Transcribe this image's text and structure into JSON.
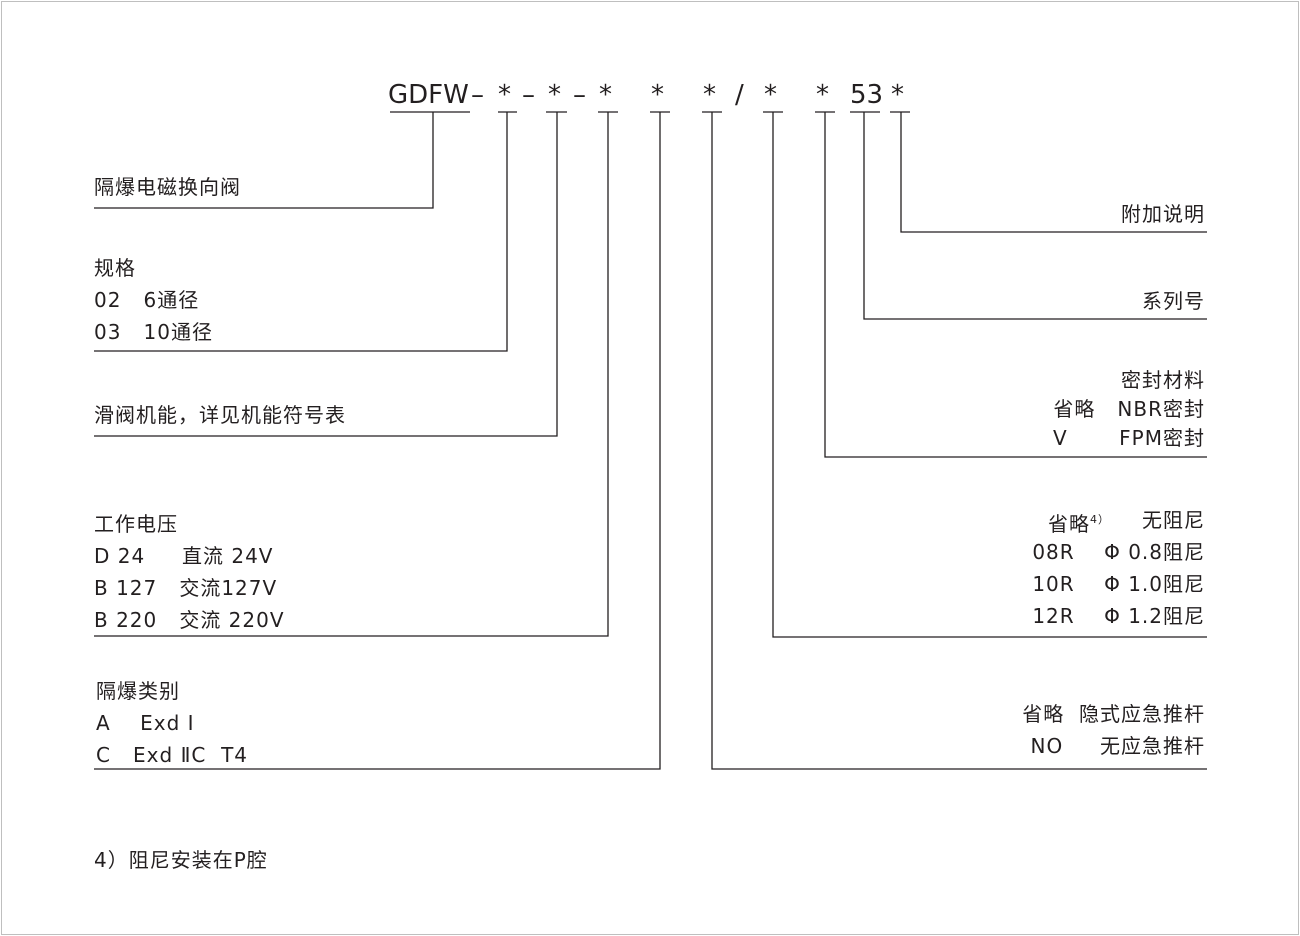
{
  "model_code": {
    "prefix": "GDFW",
    "tokens": [
      "–",
      "*",
      "–",
      "*",
      "–",
      "*",
      "*",
      "*",
      "/",
      "*",
      "*",
      "53",
      "*"
    ]
  },
  "left_groups": {
    "type": {
      "lines": [
        "隔爆电磁换向阀"
      ]
    },
    "spec": {
      "title": "规格",
      "lines": [
        "02   6通径",
        "03   10通径"
      ]
    },
    "function": {
      "lines": [
        "滑阀机能，详见机能符号表"
      ]
    },
    "voltage": {
      "title": "工作电压",
      "lines": [
        "D 24     直流 24V",
        "B 127   交流127V",
        "B 220   交流 220V"
      ]
    },
    "explosion": {
      "title": "隔爆类别",
      "lines": [
        "A    Exd Ⅰ",
        "C   Exd ⅡC  T4"
      ]
    }
  },
  "right_groups": {
    "additional": {
      "lines": [
        "附加说明"
      ]
    },
    "series": {
      "lines": [
        "系列号"
      ]
    },
    "seal": {
      "title": "密封材料",
      "lines": [
        "省略   NBR密封",
        "V       FPM密封"
      ]
    },
    "damping": {
      "first_left": "省略",
      "first_sup": "4）",
      "first_right": "无阻尼",
      "lines": [
        "08R    Φ 0.8阻尼",
        "10R    Φ 1.0阻尼",
        "12R    Φ 1.2阻尼"
      ]
    },
    "pushrod": {
      "lines": [
        "省略  隐式应急推杆",
        "NO     无应急推杆"
      ]
    }
  },
  "footnote": "4）阻尼安装在P腔",
  "colors": {
    "ink": "#231f20",
    "border": "#bfbfbf"
  }
}
